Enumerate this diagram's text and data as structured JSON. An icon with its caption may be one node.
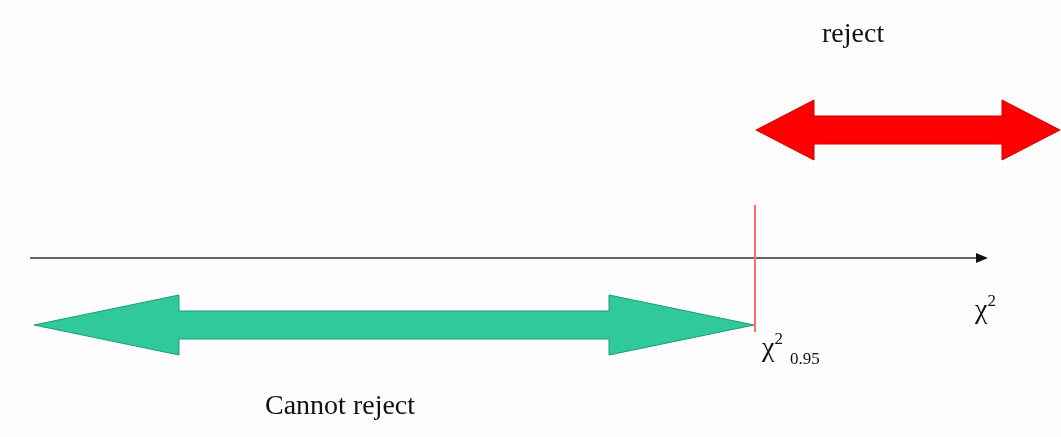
{
  "diagram": {
    "labels": [
      "reject",
      "χ$^{2}$",
      "χ$^{2}$ $_{0.95}$",
      "Cannot reject"
    ]
  }
}
